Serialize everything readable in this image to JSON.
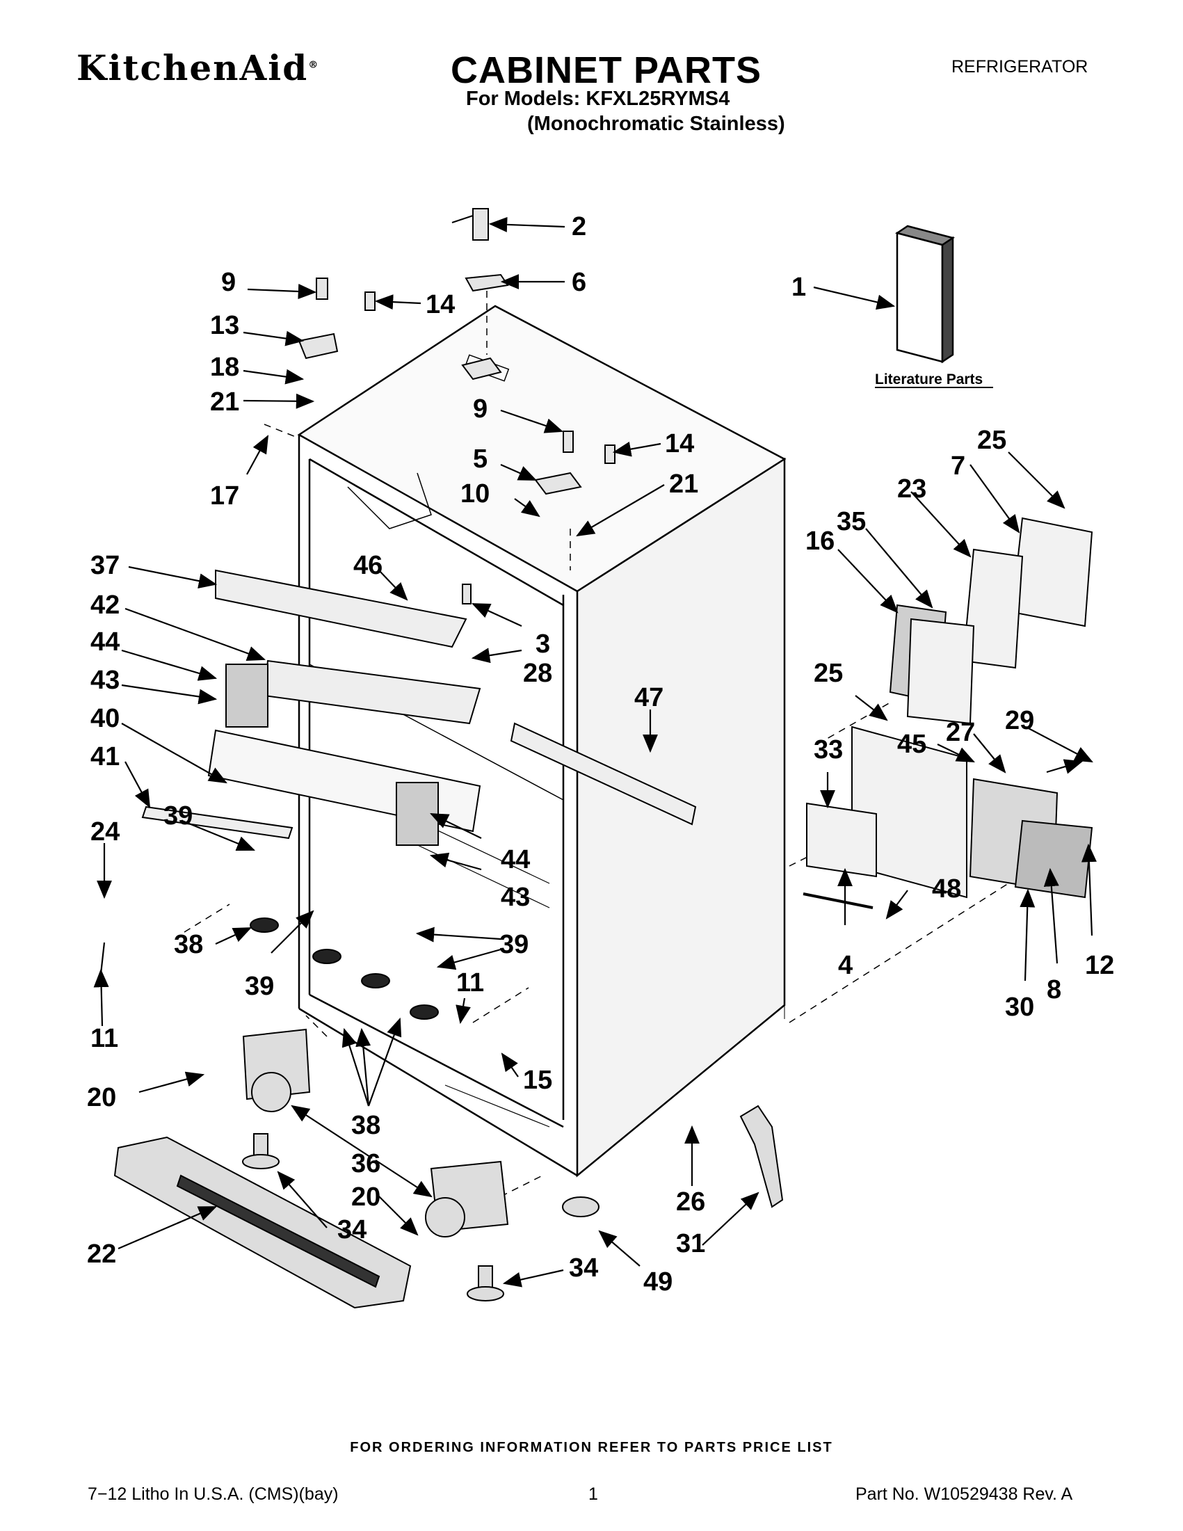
{
  "header": {
    "brand": "KitchenAid",
    "title": "CABINET PARTS",
    "models_line": "For Models: KFXL25RYMS4",
    "variant_line": "(Monochromatic Stainless)",
    "category": "REFRIGERATOR"
  },
  "literature_label": "Literature Parts",
  "footer": {
    "ordering_note": "FOR ORDERING INFORMATION REFER TO PARTS PRICE LIST",
    "litho": "7−12 Litho In U.S.A. (CMS)(bay)",
    "page_number": "1",
    "part_number": "Part No. W10529438 Rev. A"
  },
  "callouts": [
    {
      "id": "2"
    },
    {
      "id": "6"
    },
    {
      "id": "9"
    },
    {
      "id": "14"
    },
    {
      "id": "13"
    },
    {
      "id": "18"
    },
    {
      "id": "21"
    },
    {
      "id": "17"
    },
    {
      "id": "1"
    },
    {
      "id": "9"
    },
    {
      "id": "14"
    },
    {
      "id": "5"
    },
    {
      "id": "10"
    },
    {
      "id": "21"
    },
    {
      "id": "25"
    },
    {
      "id": "7"
    },
    {
      "id": "23"
    },
    {
      "id": "16"
    },
    {
      "id": "35"
    },
    {
      "id": "37"
    },
    {
      "id": "46"
    },
    {
      "id": "42"
    },
    {
      "id": "3"
    },
    {
      "id": "28"
    },
    {
      "id": "44"
    },
    {
      "id": "43"
    },
    {
      "id": "40"
    },
    {
      "id": "41"
    },
    {
      "id": "47"
    },
    {
      "id": "25"
    },
    {
      "id": "29"
    },
    {
      "id": "33"
    },
    {
      "id": "45"
    },
    {
      "id": "27"
    },
    {
      "id": "24"
    },
    {
      "id": "39"
    },
    {
      "id": "44"
    },
    {
      "id": "43"
    },
    {
      "id": "38"
    },
    {
      "id": "39"
    },
    {
      "id": "39"
    },
    {
      "id": "48"
    },
    {
      "id": "4"
    },
    {
      "id": "12"
    },
    {
      "id": "30"
    },
    {
      "id": "8"
    },
    {
      "id": "11"
    },
    {
      "id": "11"
    },
    {
      "id": "15"
    },
    {
      "id": "20"
    },
    {
      "id": "38"
    },
    {
      "id": "36"
    },
    {
      "id": "20"
    },
    {
      "id": "34"
    },
    {
      "id": "26"
    },
    {
      "id": "31"
    },
    {
      "id": "22"
    },
    {
      "id": "34"
    },
    {
      "id": "49"
    }
  ]
}
